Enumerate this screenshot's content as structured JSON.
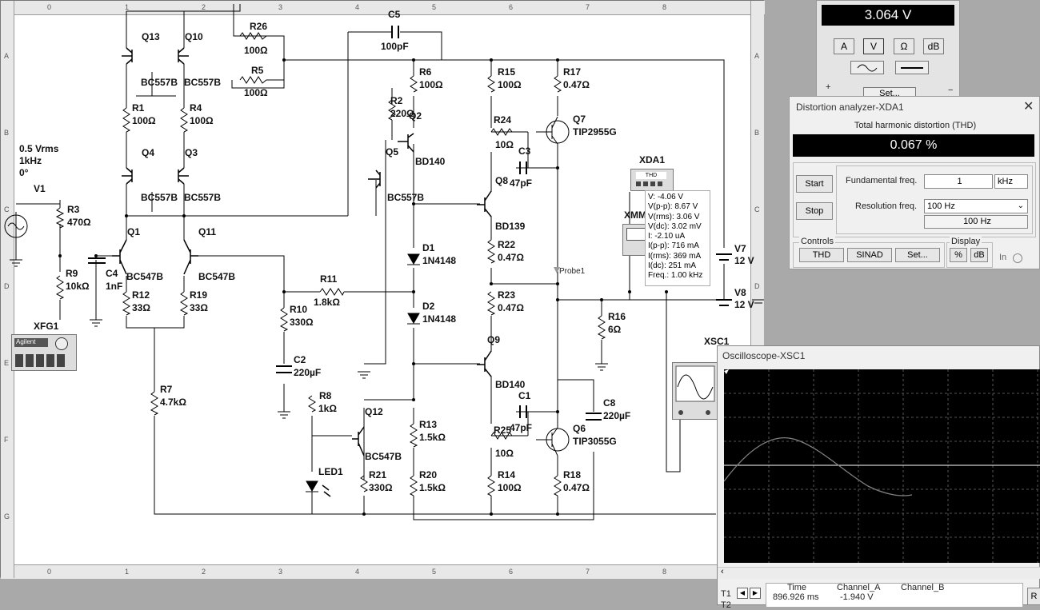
{
  "rulers": {
    "columns": [
      "0",
      "1",
      "2",
      "3",
      "4",
      "5",
      "6",
      "7",
      "8"
    ],
    "rows": [
      "A",
      "B",
      "C",
      "D",
      "E",
      "F",
      "G"
    ]
  },
  "components": {
    "source": {
      "line1": "0.5 Vrms",
      "line2": "1kHz",
      "line3": "0°",
      "name": "V1"
    },
    "labels": [
      {
        "t": "Q13"
      },
      {
        "t": "Q10"
      },
      {
        "t": "R26"
      },
      {
        "t": "100Ω"
      },
      {
        "t": "C5"
      },
      {
        "t": "100pF"
      },
      {
        "t": "R5"
      },
      {
        "t": "100Ω"
      },
      {
        "t": "BC557B"
      },
      {
        "t": "BC557B"
      },
      {
        "t": "R1"
      },
      {
        "t": "100Ω"
      },
      {
        "t": "R4"
      },
      {
        "t": "100Ω"
      },
      {
        "t": "Q4"
      },
      {
        "t": "Q3"
      },
      {
        "t": "BC557B"
      },
      {
        "t": "BC557B"
      },
      {
        "t": "R3"
      },
      {
        "t": "470Ω"
      },
      {
        "t": "Q1"
      },
      {
        "t": "Q11"
      },
      {
        "t": "R9"
      },
      {
        "t": "10kΩ"
      },
      {
        "t": "C4"
      },
      {
        "t": "1nF"
      },
      {
        "t": "BC547B"
      },
      {
        "t": "BC547B"
      },
      {
        "t": "R12"
      },
      {
        "t": "33Ω"
      },
      {
        "t": "R19"
      },
      {
        "t": "33Ω"
      },
      {
        "t": "XFG1"
      },
      {
        "t": "R7"
      },
      {
        "t": "4.7kΩ"
      },
      {
        "t": "R10"
      },
      {
        "t": "330Ω"
      },
      {
        "t": "C2"
      },
      {
        "t": "220µF"
      },
      {
        "t": "R11"
      },
      {
        "t": "1.8kΩ"
      },
      {
        "t": "R6"
      },
      {
        "t": "100Ω"
      },
      {
        "t": "R2"
      },
      {
        "t": "220Ω"
      },
      {
        "t": "Q2"
      },
      {
        "t": "Q5"
      },
      {
        "t": "BD140"
      },
      {
        "t": "BC557B"
      },
      {
        "t": "D1"
      },
      {
        "t": "1N4148"
      },
      {
        "t": "D2"
      },
      {
        "t": "1N4148"
      },
      {
        "t": "R8"
      },
      {
        "t": "1kΩ"
      },
      {
        "t": "Q12"
      },
      {
        "t": "BC547B"
      },
      {
        "t": "LED1"
      },
      {
        "t": "R21"
      },
      {
        "t": "330Ω"
      },
      {
        "t": "R13"
      },
      {
        "t": "1.5kΩ"
      },
      {
        "t": "R20"
      },
      {
        "t": "1.5kΩ"
      },
      {
        "t": "R15"
      },
      {
        "t": "100Ω"
      },
      {
        "t": "R17"
      },
      {
        "t": "0.47Ω"
      },
      {
        "t": "Q7"
      },
      {
        "t": "TIP2955G"
      },
      {
        "t": "R24"
      },
      {
        "t": "10Ω"
      },
      {
        "t": "C3"
      },
      {
        "t": "47pF"
      },
      {
        "t": "Q8"
      },
      {
        "t": "BD139"
      },
      {
        "t": "R22"
      },
      {
        "t": "0.47Ω"
      },
      {
        "t": "R23"
      },
      {
        "t": "0.47Ω"
      },
      {
        "t": "Q9"
      },
      {
        "t": "BD140"
      },
      {
        "t": "C1"
      },
      {
        "t": "47pF"
      },
      {
        "t": "R25"
      },
      {
        "t": "10Ω"
      },
      {
        "t": "Q6"
      },
      {
        "t": "TIP3055G"
      },
      {
        "t": "R14"
      },
      {
        "t": "100Ω"
      },
      {
        "t": "R18"
      },
      {
        "t": "0.47Ω"
      },
      {
        "t": "C8"
      },
      {
        "t": "220µF"
      },
      {
        "t": "R16"
      },
      {
        "t": "6Ω"
      },
      {
        "t": "XDA1"
      },
      {
        "t": "XMM"
      },
      {
        "t": "V7"
      },
      {
        "t": "12 V"
      },
      {
        "t": "V8"
      },
      {
        "t": "12 V"
      },
      {
        "t": "XSC1"
      }
    ],
    "xfg_brand": "Agilent",
    "xda_chip": "THD"
  },
  "probe": {
    "tag": "Probe1",
    "lines": [
      "V: -4.06 V",
      "V(p-p): 8.67 V",
      "V(rms): 3.06 V",
      "V(dc): 3.02 mV",
      "I: -2.10 uA",
      "I(p-p): 716 mA",
      "I(rms): 369 mA",
      "I(dc): 251 mA",
      "Freq.: 1.00 kHz"
    ]
  },
  "multimeter": {
    "display": "3.064 V",
    "buttons": [
      "A",
      "V",
      "Ω",
      "dB"
    ],
    "plus": "+",
    "minus": "−",
    "set_label": "Set..."
  },
  "distortion": {
    "title": "Distortion analyzer-XDA1",
    "subtitle": "Total harmonic distortion (THD)",
    "value": "0.067 %",
    "start": "Start",
    "stop": "Stop",
    "fund_label": "Fundamental freq.",
    "fund_value": "1",
    "fund_unit": "kHz",
    "res_label": "Resolution freq.",
    "res_value": "100 Hz",
    "res_display": "100 Hz",
    "controls_label": "Controls",
    "display_label": "Display",
    "thd": "THD",
    "sinad": "SINAD",
    "set": "Set...",
    "pct": "%",
    "db": "dB",
    "in_label": "In"
  },
  "oscilloscope": {
    "title": "Oscilloscope-XSC1",
    "t1": "T1",
    "t2": "T2",
    "time_header": "Time",
    "cha_header": "Channel_A",
    "chb_header": "Channel_B",
    "time_value": "896.926 ms",
    "cha_value": "-1.940 V",
    "chb_value": "",
    "right_btn": "R"
  },
  "colors": {
    "screen": "#000000",
    "trace": "#808080",
    "wire": "#000000"
  }
}
